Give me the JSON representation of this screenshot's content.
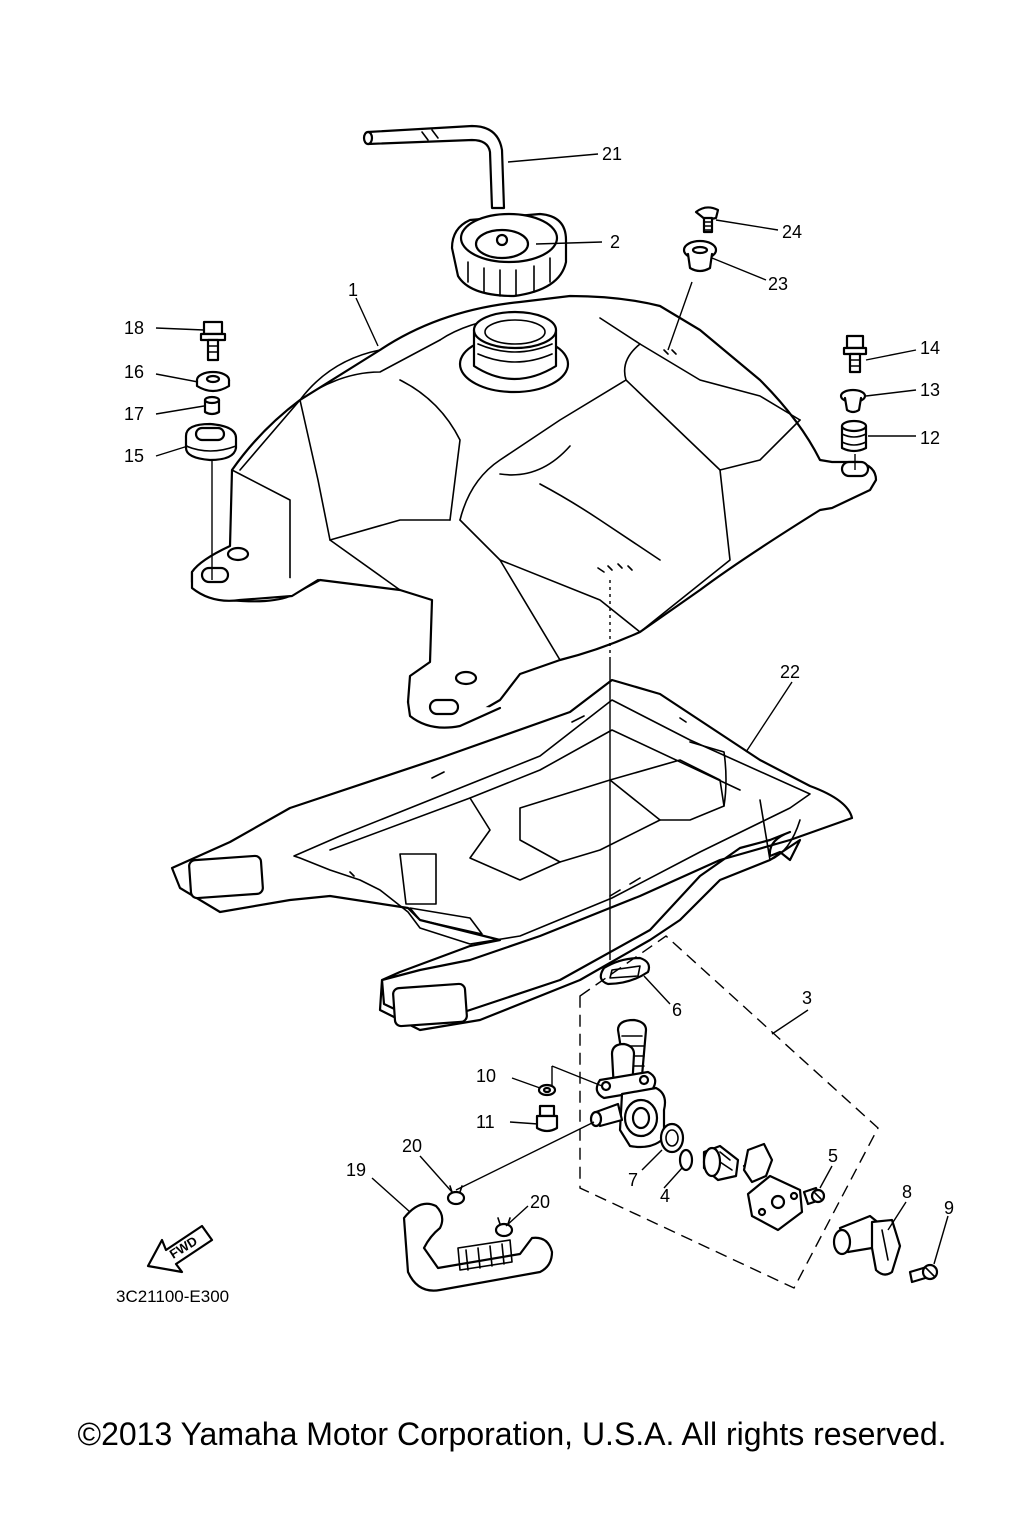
{
  "diagram": {
    "drawing_code": "3C21100-E300",
    "fwd_label": "FWD",
    "callouts": [
      {
        "id": "c1",
        "label": "1"
      },
      {
        "id": "c2",
        "label": "2"
      },
      {
        "id": "c3",
        "label": "3"
      },
      {
        "id": "c4",
        "label": "4"
      },
      {
        "id": "c5",
        "label": "5"
      },
      {
        "id": "c6",
        "label": "6"
      },
      {
        "id": "c7",
        "label": "7"
      },
      {
        "id": "c8",
        "label": "8"
      },
      {
        "id": "c9",
        "label": "9"
      },
      {
        "id": "c10",
        "label": "10"
      },
      {
        "id": "c11",
        "label": "11"
      },
      {
        "id": "c12",
        "label": "12"
      },
      {
        "id": "c13",
        "label": "13"
      },
      {
        "id": "c14",
        "label": "14"
      },
      {
        "id": "c15",
        "label": "15"
      },
      {
        "id": "c16",
        "label": "16"
      },
      {
        "id": "c17",
        "label": "17"
      },
      {
        "id": "c18",
        "label": "18"
      },
      {
        "id": "c19",
        "label": "19"
      },
      {
        "id": "c20a",
        "label": "20"
      },
      {
        "id": "c20b",
        "label": "20"
      },
      {
        "id": "c21",
        "label": "21"
      },
      {
        "id": "c22",
        "label": "22"
      },
      {
        "id": "c23",
        "label": "23"
      },
      {
        "id": "c24",
        "label": "24"
      }
    ]
  },
  "footer": {
    "copyright": "©2013 Yamaha Motor Corporation, U.S.A. All rights reserved."
  }
}
